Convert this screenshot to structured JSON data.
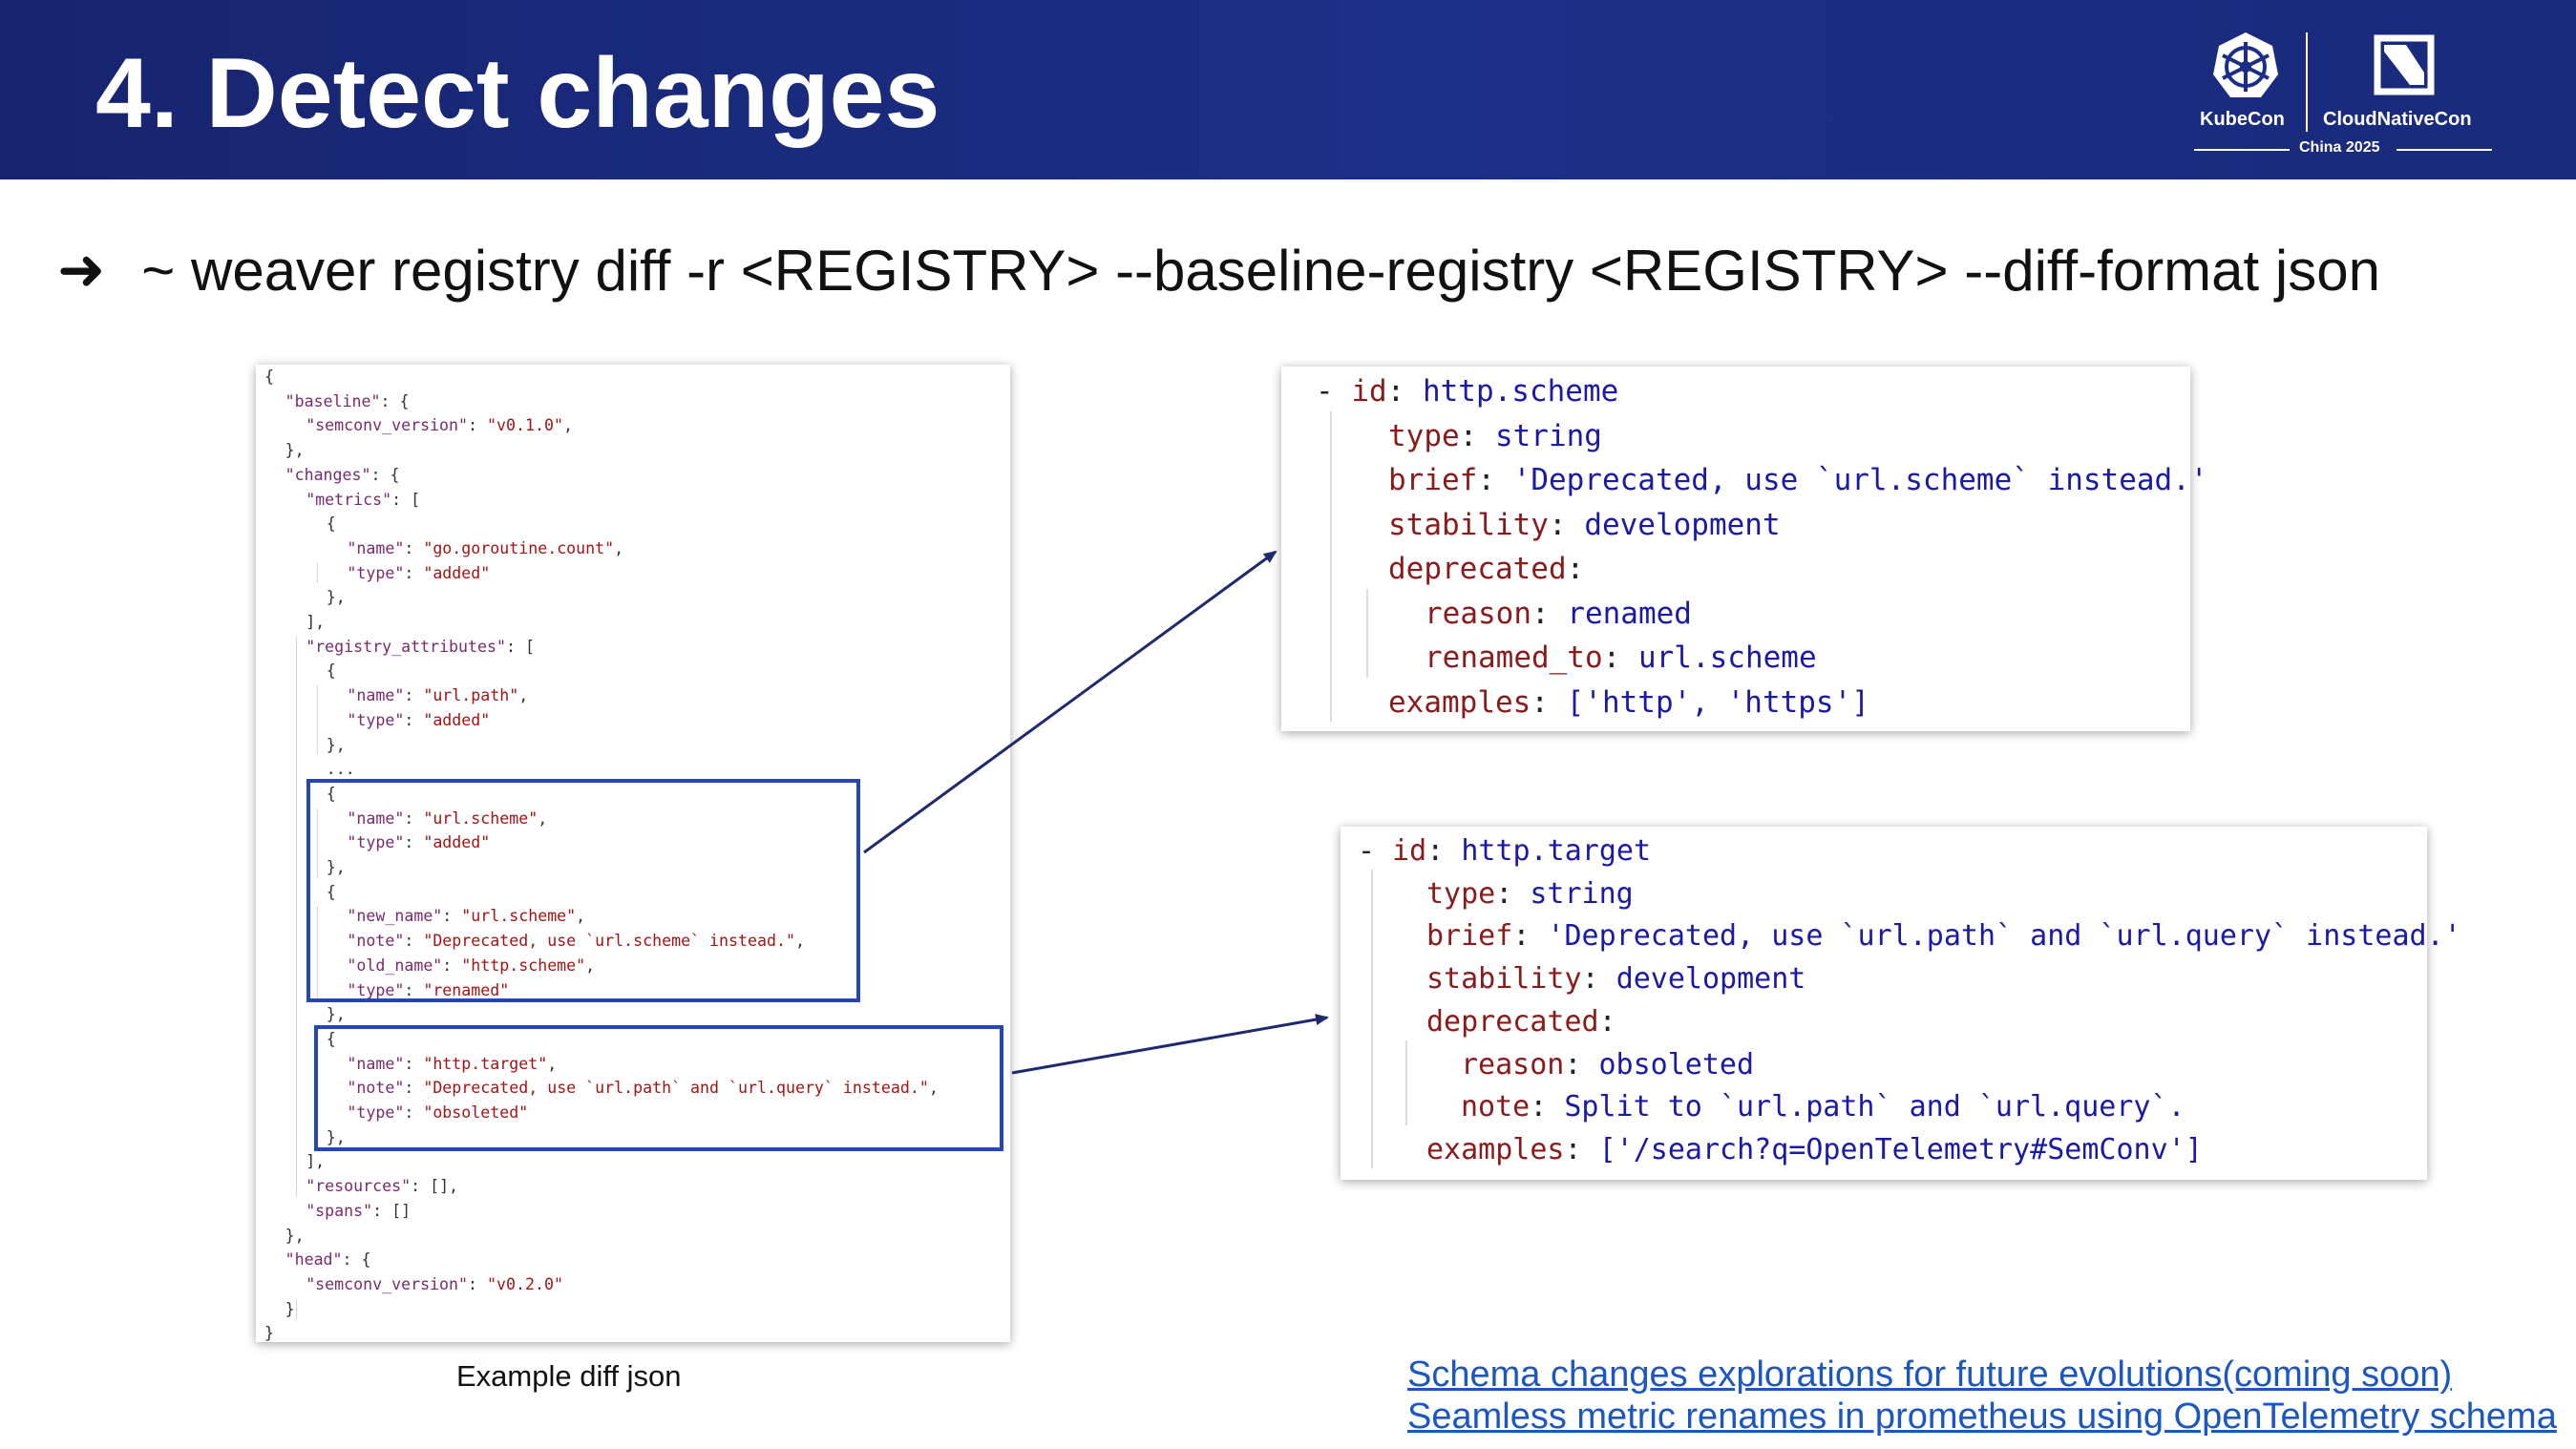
{
  "slide": {
    "title": "4. Detect changes",
    "bullet_arrow": "➜",
    "command": "~ weaver registry diff -r <REGISTRY> --baseline-registry <REGISTRY> --diff-format json"
  },
  "logo": {
    "kubecon": "KubeCon",
    "cloudnativecon": "CloudNativeCon",
    "event": "China 2025"
  },
  "json_caption": "Example diff json",
  "json_lines": [
    {
      "t": "{"
    },
    {
      "k": "\"baseline\"",
      "t": ": {"
    },
    {
      "k": "\"semconv_version\"",
      "t": ": ",
      "s": "\"v0.1.0\"",
      "e": ","
    },
    {
      "t": "},"
    },
    {
      "k": "\"changes\"",
      "t": ": {"
    },
    {
      "k": "\"metrics\"",
      "t": ": ["
    },
    {
      "t": "{"
    },
    {
      "k": "\"name\"",
      "t": ": ",
      "s": "\"go.goroutine.count\"",
      "e": ","
    },
    {
      "k": "\"type\"",
      "t": ": ",
      "s": "\"added\""
    },
    {
      "t": "},"
    },
    {
      "t": "],"
    },
    {
      "k": "\"registry_attributes\"",
      "t": ": ["
    },
    {
      "t": "{"
    },
    {
      "k": "\"name\"",
      "t": ": ",
      "s": "\"url.path\"",
      "e": ","
    },
    {
      "k": "\"type\"",
      "t": ": ",
      "s": "\"added\""
    },
    {
      "t": "},"
    },
    {
      "t": "..."
    },
    {
      "t": "{"
    },
    {
      "k": "\"name\"",
      "t": ": ",
      "s": "\"url.scheme\"",
      "e": ","
    },
    {
      "k": "\"type\"",
      "t": ": ",
      "s": "\"added\""
    },
    {
      "t": "},"
    },
    {
      "t": "{"
    },
    {
      "k": "\"new_name\"",
      "t": ": ",
      "s": "\"url.scheme\"",
      "e": ","
    },
    {
      "k": "\"note\"",
      "t": ": ",
      "s": "\"Deprecated, use `url.scheme` instead.\"",
      "e": ","
    },
    {
      "k": "\"old_name\"",
      "t": ": ",
      "s": "\"http.scheme\"",
      "e": ","
    },
    {
      "k": "\"type\"",
      "t": ": ",
      "s": "\"renamed\""
    },
    {
      "t": "},"
    },
    {
      "t": "{"
    },
    {
      "k": "\"name\"",
      "t": ": ",
      "s": "\"http.target\"",
      "e": ","
    },
    {
      "k": "\"note\"",
      "t": ": ",
      "s": "\"Deprecated, use `url.path` and `url.query` instead.\"",
      "e": ","
    },
    {
      "k": "\"type\"",
      "t": ": ",
      "s": "\"obsoleted\""
    },
    {
      "t": "},"
    },
    {
      "t": "],"
    },
    {
      "k": "\"resources\"",
      "t": ": [],"
    },
    {
      "k": "\"spans\"",
      "t": ": []"
    },
    {
      "t": "},"
    },
    {
      "k": "\"head\"",
      "t": ": {"
    },
    {
      "k": "\"semconv_version\"",
      "t": ": ",
      "s": "\"v0.2.0\""
    },
    {
      "t": "}"
    },
    {
      "t": "}"
    }
  ],
  "yaml_scheme": [
    {
      "d": "- ",
      "k": "id",
      "v": "http.scheme"
    },
    {
      "k": "type",
      "v": "string"
    },
    {
      "k": "brief",
      "v": "'Deprecated, use `url.scheme` instead.'"
    },
    {
      "k": "stability",
      "v": "development"
    },
    {
      "k": "deprecated",
      "v": ""
    },
    {
      "k": "reason",
      "v": "renamed"
    },
    {
      "k": "renamed_to",
      "v": "url.scheme"
    },
    {
      "k": "examples",
      "v": "['http', 'https']"
    }
  ],
  "yaml_target": [
    {
      "d": "- ",
      "k": "id",
      "v": "http.target"
    },
    {
      "k": "type",
      "v": "string"
    },
    {
      "k": "brief",
      "v": "'Deprecated, use `url.path` and `url.query` instead.'"
    },
    {
      "k": "stability",
      "v": "development"
    },
    {
      "k": "deprecated",
      "v": ""
    },
    {
      "k": "reason",
      "v": "obsoleted"
    },
    {
      "k": "note",
      "v": "Split to `url.path` and `url.query`."
    },
    {
      "k": "examples",
      "v": "['/search?q=OpenTelemetry#SemConv']"
    }
  ],
  "links": [
    "Schema changes explorations for future evolutions(coming soon)",
    "Seamless metric renames in prometheus using OpenTelemetry schema"
  ],
  "colors": {
    "header": "#1c2f86",
    "highlight_box": "#2446b8",
    "connector": "#1f2a6e",
    "link": "#1a56c4"
  }
}
